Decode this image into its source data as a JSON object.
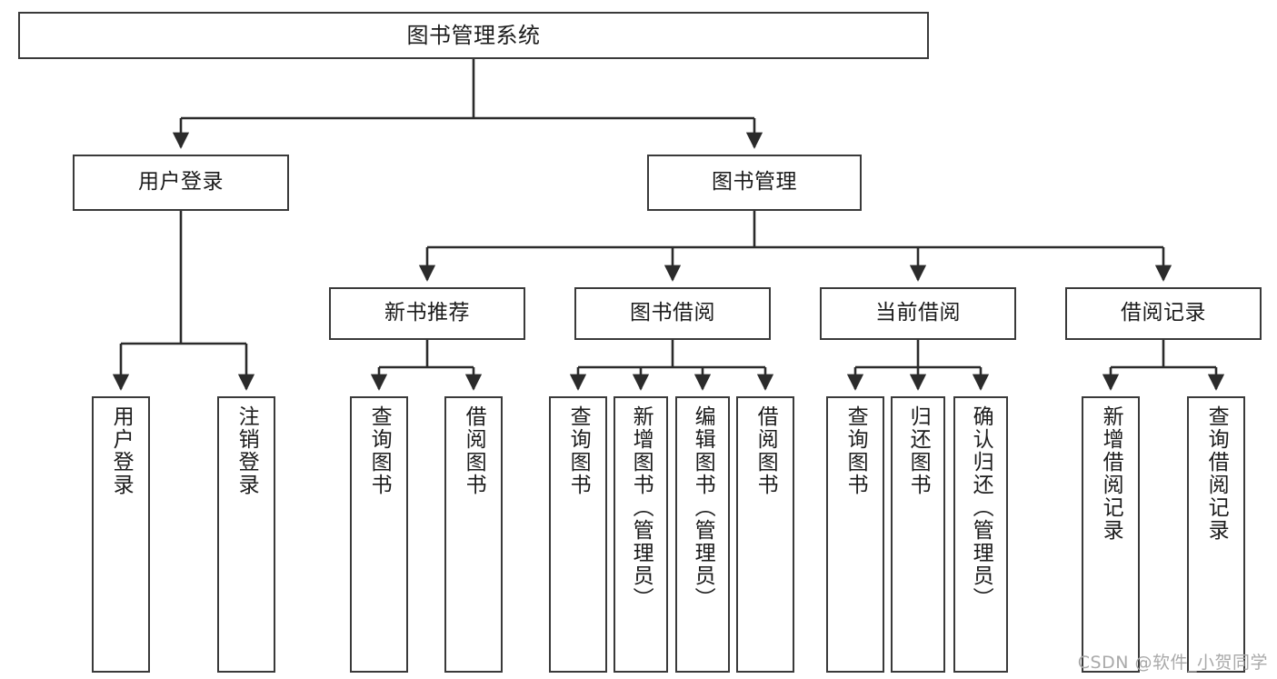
{
  "diagram": {
    "title": "图书管理系统",
    "watermark": "CSDN @软件_小贺同学",
    "colors": {
      "border": "#3a3a3a",
      "background": "#ffffff",
      "text": "#1b1b1b",
      "edge": "#2b2b2b",
      "watermark": "#a9a9a9"
    },
    "root": {
      "label": "图书管理系统"
    },
    "level2": [
      {
        "label": "用户登录"
      },
      {
        "label": "图书管理"
      }
    ],
    "level3": [
      {
        "label": "新书推荐"
      },
      {
        "label": "图书借阅"
      },
      {
        "label": "当前借阅"
      },
      {
        "label": "借阅记录"
      }
    ],
    "leaves": {
      "user_login": [
        {
          "label": "用户登录"
        },
        {
          "label": "注销登录"
        }
      ],
      "new_book": [
        {
          "label": "查询图书"
        },
        {
          "label": "借阅图书"
        }
      ],
      "borrow_book": [
        {
          "label": "查询图书"
        },
        {
          "label": "新增图书（管理员）"
        },
        {
          "label": "编辑图书（管理员）"
        },
        {
          "label": "借阅图书"
        }
      ],
      "current_borrow": [
        {
          "label": "查询图书"
        },
        {
          "label": "归还图书"
        },
        {
          "label": "确认归还（管理员）"
        }
      ],
      "borrow_record": [
        {
          "label": "新增借阅记录"
        },
        {
          "label": "查询借阅记录"
        }
      ]
    }
  }
}
